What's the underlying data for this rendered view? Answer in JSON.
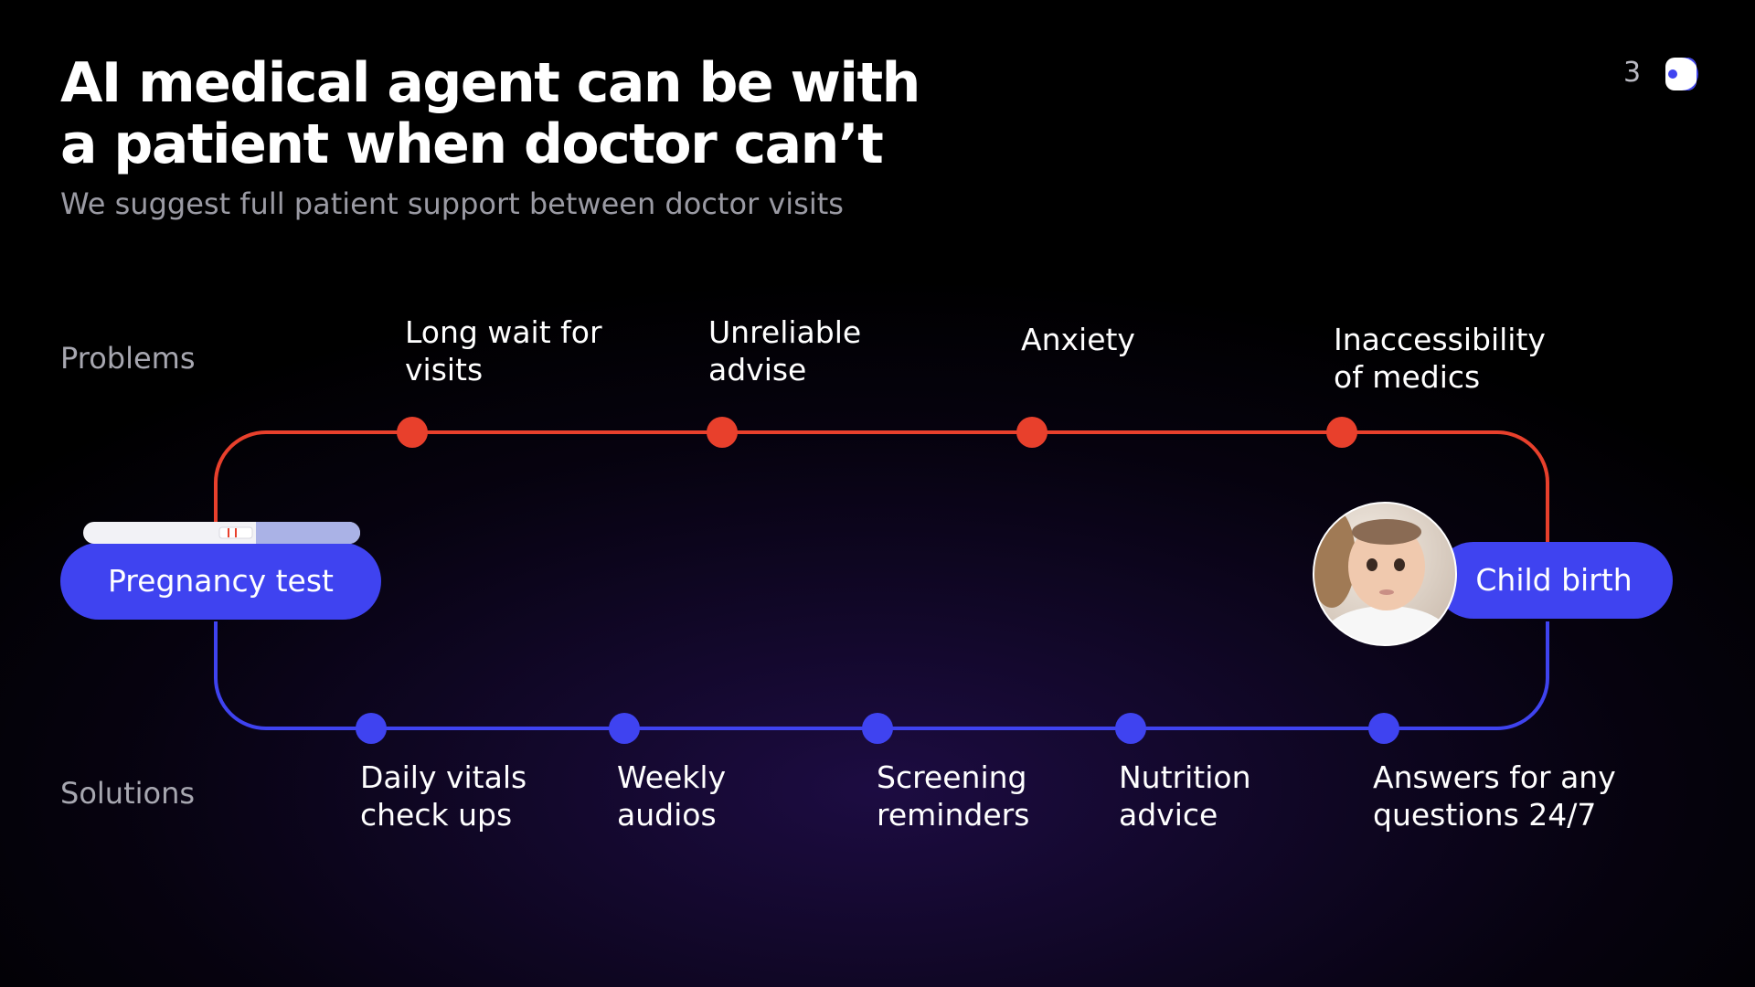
{
  "slide": {
    "title_line1": "AI medical agent can be with",
    "title_line2": "a patient when doctor can’t",
    "subtitle": "We suggest full patient support between doctor visits",
    "page_number": "3"
  },
  "rows": {
    "problems_label": "Problems",
    "solutions_label": "Solutions"
  },
  "problems": [
    {
      "line1": "Long wait for",
      "line2": "visits"
    },
    {
      "line1": "Unreliable",
      "line2": "advise"
    },
    {
      "line1": "Anxiety",
      "line2": ""
    },
    {
      "line1": "Inaccessibility",
      "line2": "of medics"
    }
  ],
  "solutions": [
    {
      "line1": "Daily vitals",
      "line2": "check ups"
    },
    {
      "line1": "Weekly",
      "line2": "audios"
    },
    {
      "line1": "Screening",
      "line2": "reminders"
    },
    {
      "line1": "Nutrition",
      "line2": "advice"
    },
    {
      "line1": "Answers for any",
      "line2": "questions 24/7"
    }
  ],
  "start_milestone": "Pregnancy test",
  "end_milestone": "Child birth",
  "colors": {
    "problems_line": "#e8402c",
    "solutions_line": "#3f43f0",
    "pill": "#3f43f0"
  },
  "icons": {
    "brand": "brand-logo-icon",
    "start": "pregnancy-test-stick-icon",
    "end": "baby-photo-avatar"
  }
}
